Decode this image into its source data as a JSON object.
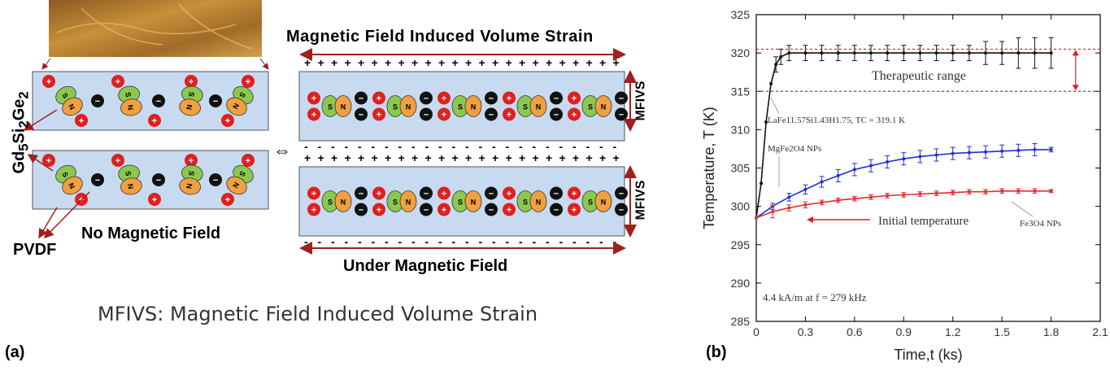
{
  "panel_a": {
    "label": "(a)",
    "top_title": "Magnetic Field Induced Volume Strain",
    "bottom_title": "Under Magnetic Field",
    "no_field": "No Magnetic Field",
    "side_left": "Gd5Si2Ge2",
    "pvdf": "PVDF",
    "mfivs": "MFIVS",
    "caption": "MFIVS: Magnetic Field Induced Volume Strain",
    "arrow_symbol": "⇔",
    "colors": {
      "strip": "#c8daf0",
      "plus": "#e02020",
      "minus": "#111111",
      "dipole_green": "#8cc850",
      "dipole_orange": "#f0a040",
      "arrow": "#a02020"
    }
  },
  "panel_b": {
    "label": "(b)",
    "chart_data": {
      "type": "line",
      "xlabel": "Time,t (ks)",
      "ylabel": "Temperature, T (K)",
      "xlim": [
        0,
        2.1
      ],
      "ylim": [
        285,
        325
      ],
      "xticks": [
        "0",
        "0.3",
        "0.6",
        "0.9",
        "1.2",
        "1.5",
        "1.8",
        "2.1"
      ],
      "yticks": [
        "285",
        "290",
        "295",
        "300",
        "305",
        "310",
        "315",
        "320",
        "325"
      ],
      "therapeutic_range": [
        315,
        320.5
      ],
      "annotations": {
        "therapeutic": "Therapeutic range",
        "lafe": "LaFe11.57Si1.43H1.75, TC = 319.1 K",
        "mgfe": "MgFe2O4 NPs",
        "initial": "Initial temperature",
        "fe3o4": "Fe3O4 NPs",
        "field": "4.4 kA/m at f = 279 kHz"
      },
      "series": [
        {
          "name": "LaFe11.57Si1.43H1.75",
          "color": "#111111",
          "x": [
            0,
            0.03,
            0.06,
            0.09,
            0.12,
            0.15,
            0.2,
            0.3,
            0.4,
            0.5,
            0.6,
            0.7,
            0.8,
            0.9,
            1.0,
            1.1,
            1.2,
            1.3,
            1.4,
            1.5,
            1.6,
            1.7,
            1.8
          ],
          "y": [
            298.5,
            303,
            311,
            316,
            318.5,
            319.5,
            320,
            320,
            320,
            320,
            320,
            320,
            320,
            320,
            320,
            320,
            320,
            320,
            320,
            320,
            320,
            320,
            320
          ],
          "err": [
            0,
            0,
            0,
            0,
            1,
            1,
            1,
            1,
            1,
            1,
            1,
            1,
            1,
            1,
            1,
            1,
            1,
            1,
            1.5,
            1.5,
            2,
            2,
            2
          ]
        },
        {
          "name": "MgFe2O4 NPs",
          "color": "#2030d0",
          "x": [
            0,
            0.1,
            0.2,
            0.3,
            0.4,
            0.5,
            0.6,
            0.7,
            0.8,
            0.9,
            1.0,
            1.1,
            1.2,
            1.3,
            1.4,
            1.5,
            1.6,
            1.7,
            1.8
          ],
          "y": [
            298.5,
            300,
            301.2,
            302.2,
            303.2,
            304,
            304.8,
            305.3,
            305.8,
            306.2,
            306.5,
            306.7,
            306.9,
            307,
            307.1,
            307.2,
            307.3,
            307.4,
            307.4
          ],
          "err": [
            0,
            0.4,
            0.5,
            0.6,
            0.7,
            0.8,
            0.8,
            0.8,
            0.8,
            0.8,
            0.8,
            0.8,
            0.8,
            0.8,
            0.8,
            0.8,
            0.8,
            0.8,
            0.3
          ]
        },
        {
          "name": "Fe3O4 NPs",
          "color": "#e03030",
          "x": [
            0,
            0.1,
            0.2,
            0.3,
            0.4,
            0.5,
            0.6,
            0.7,
            0.8,
            0.9,
            1.0,
            1.1,
            1.2,
            1.3,
            1.4,
            1.5,
            1.6,
            1.7,
            1.8
          ],
          "y": [
            298.5,
            299.3,
            299.8,
            300.2,
            300.5,
            300.8,
            301,
            301.2,
            301.4,
            301.5,
            301.6,
            301.7,
            301.8,
            301.9,
            301.9,
            302,
            302,
            302,
            302
          ],
          "err": [
            0,
            0.8,
            0.4,
            0.4,
            0.3,
            0.3,
            0.3,
            0.3,
            0.3,
            0.3,
            0.3,
            0.3,
            0.3,
            0.3,
            0.3,
            0.3,
            0.3,
            0.3,
            0.2
          ]
        }
      ]
    }
  }
}
